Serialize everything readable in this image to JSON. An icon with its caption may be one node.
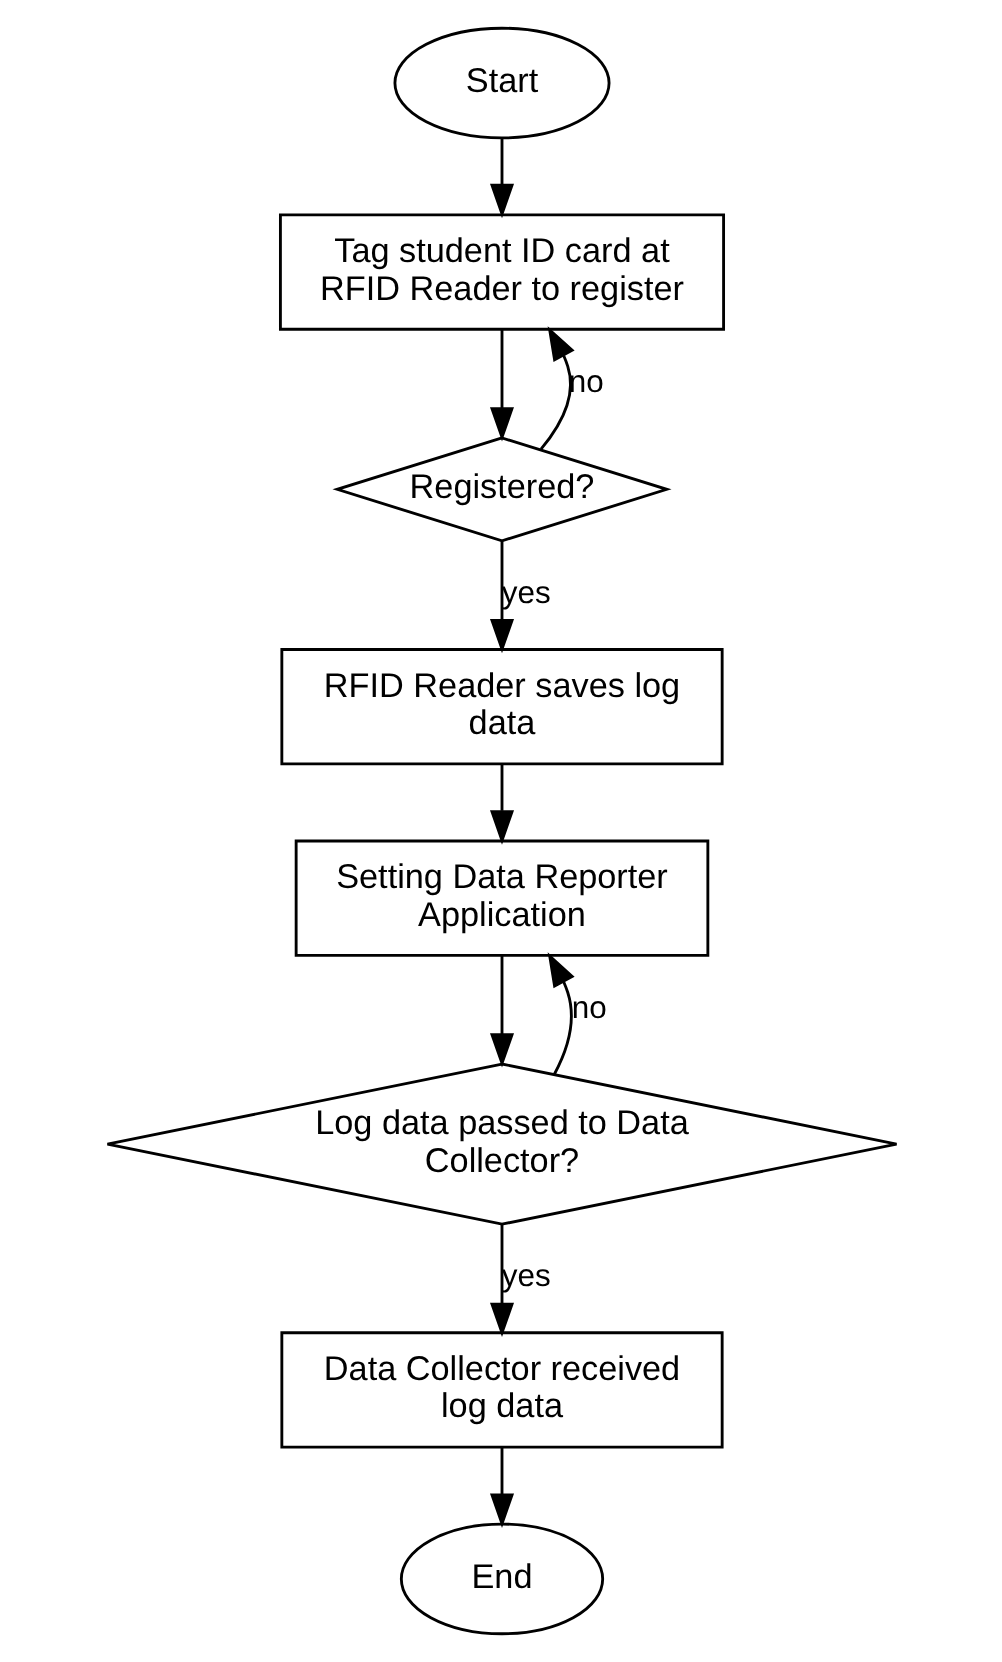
{
  "diagram": {
    "nodes": [
      {
        "text": [
          "Start"
        ]
      },
      {
        "text": [
          "Tag student ID card at RFID Reader to register"
        ]
      },
      {
        "text": [
          "Registered?"
        ]
      },
      {
        "text": [
          "RFID Reader saves log data"
        ]
      },
      {
        "text": [
          "Setting Data Reporter Application"
        ]
      },
      {
        "text": [
          "Log data passed to Data Collector?"
        ]
      },
      {
        "text": [
          "Data Collector received log data"
        ]
      },
      {
        "text": [
          "End"
        ]
      }
    ],
    "edges": [
      {
        "from": 0,
        "to": 1,
        "arrow": "to"
      },
      {
        "from": 1,
        "to": 2,
        "arrow": "to"
      },
      {
        "from": 2,
        "to": 1,
        "arrow": "to",
        "label": "no"
      },
      {
        "from": 2,
        "to": 3,
        "arrow": "to",
        "label": "yes"
      },
      {
        "from": 3,
        "to": 4,
        "arrow": "to"
      },
      {
        "from": 4,
        "to": 5,
        "arrow": "to"
      },
      {
        "from": 5,
        "to": 4,
        "arrow": "to",
        "label": "no"
      },
      {
        "from": 5,
        "to": 6,
        "arrow": "to",
        "label": "yes"
      },
      {
        "from": 6,
        "to": 7,
        "arrow": "to"
      }
    ]
  }
}
